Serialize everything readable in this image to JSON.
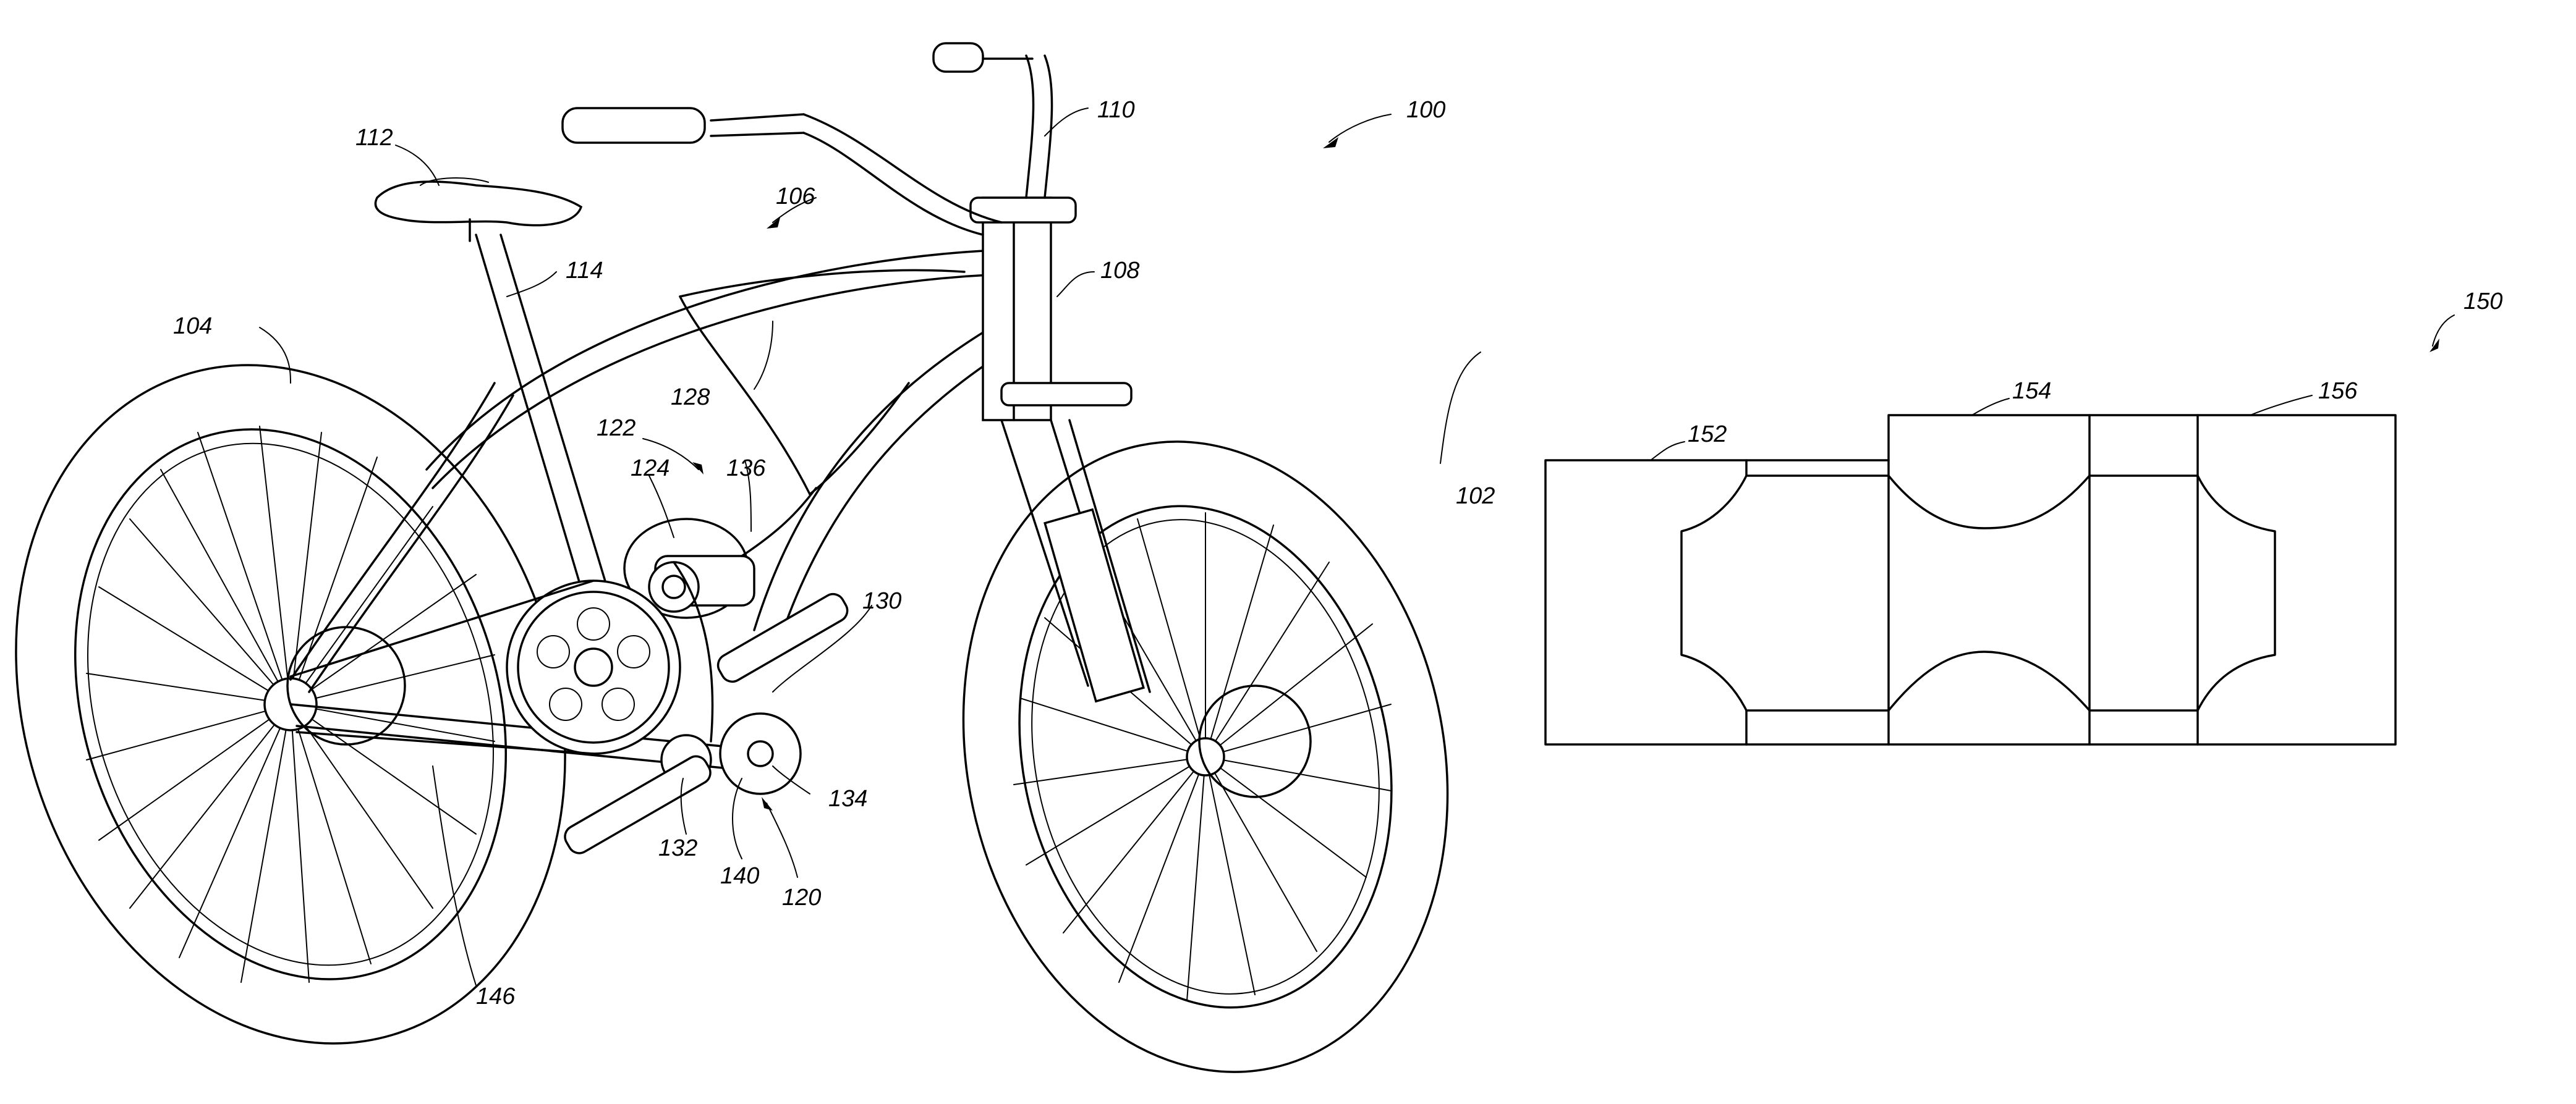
{
  "labels": {
    "l100": "100",
    "l102": "102",
    "l104": "104",
    "l106": "106",
    "l108": "108",
    "l110": "110",
    "l112": "112",
    "l114": "114",
    "l120": "120",
    "l122": "122",
    "l124": "124",
    "l128": "128",
    "l130": "130",
    "l132": "132",
    "l134": "134",
    "l136": "136",
    "l140": "140",
    "l146": "146",
    "l150": "150",
    "l152": "152",
    "l154": "154",
    "l156": "156"
  }
}
